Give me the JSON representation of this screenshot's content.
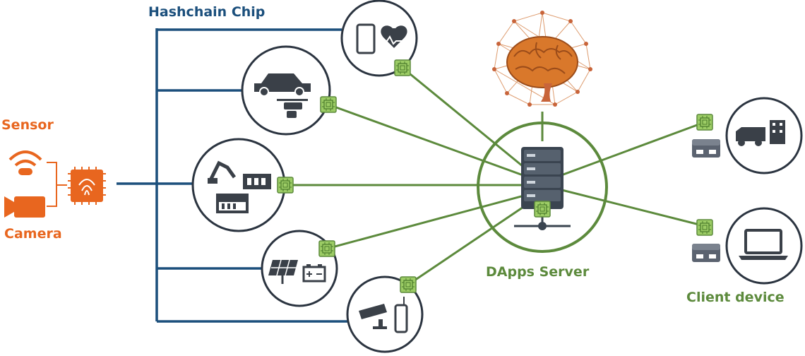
{
  "labels": {
    "hashchain_chip": "Hashchain Chip",
    "sensor": "Sensor",
    "camera": "Camera",
    "dapps_server": "DApps Server",
    "client_device": "Client device"
  },
  "colors": {
    "blue_bus": "#1b4f7c",
    "green_link": "#5c8a3c",
    "orange_device": "#e8661f",
    "dark_ring": "#2b3440",
    "chip_green": "#8fc15a",
    "icon_gray": "#3a4048",
    "brain": "#d9782b",
    "network_nodes": "#d88a55"
  },
  "nodes": [
    {
      "id": "phone-health",
      "icons": [
        "smartphone-icon",
        "heart-pulse-icon"
      ]
    },
    {
      "id": "car-drone",
      "icons": [
        "car-icon",
        "drone-icon"
      ]
    },
    {
      "id": "factory",
      "icons": [
        "robot-arm-icon",
        "control-panel-icon",
        "factory-machine-icon"
      ]
    },
    {
      "id": "solar-battery",
      "icons": [
        "solar-panel-icon",
        "battery-icon"
      ]
    },
    {
      "id": "cctv-meter",
      "icons": [
        "cctv-camera-icon",
        "meter-icon"
      ]
    },
    {
      "id": "client-logistics",
      "icons": [
        "truck-icon",
        "building-icon",
        "client-box-icon"
      ]
    },
    {
      "id": "client-laptop",
      "icons": [
        "laptop-icon",
        "client-box-icon"
      ]
    }
  ],
  "center": {
    "icons": [
      "server-rack-icon",
      "brain-network-icon"
    ]
  }
}
